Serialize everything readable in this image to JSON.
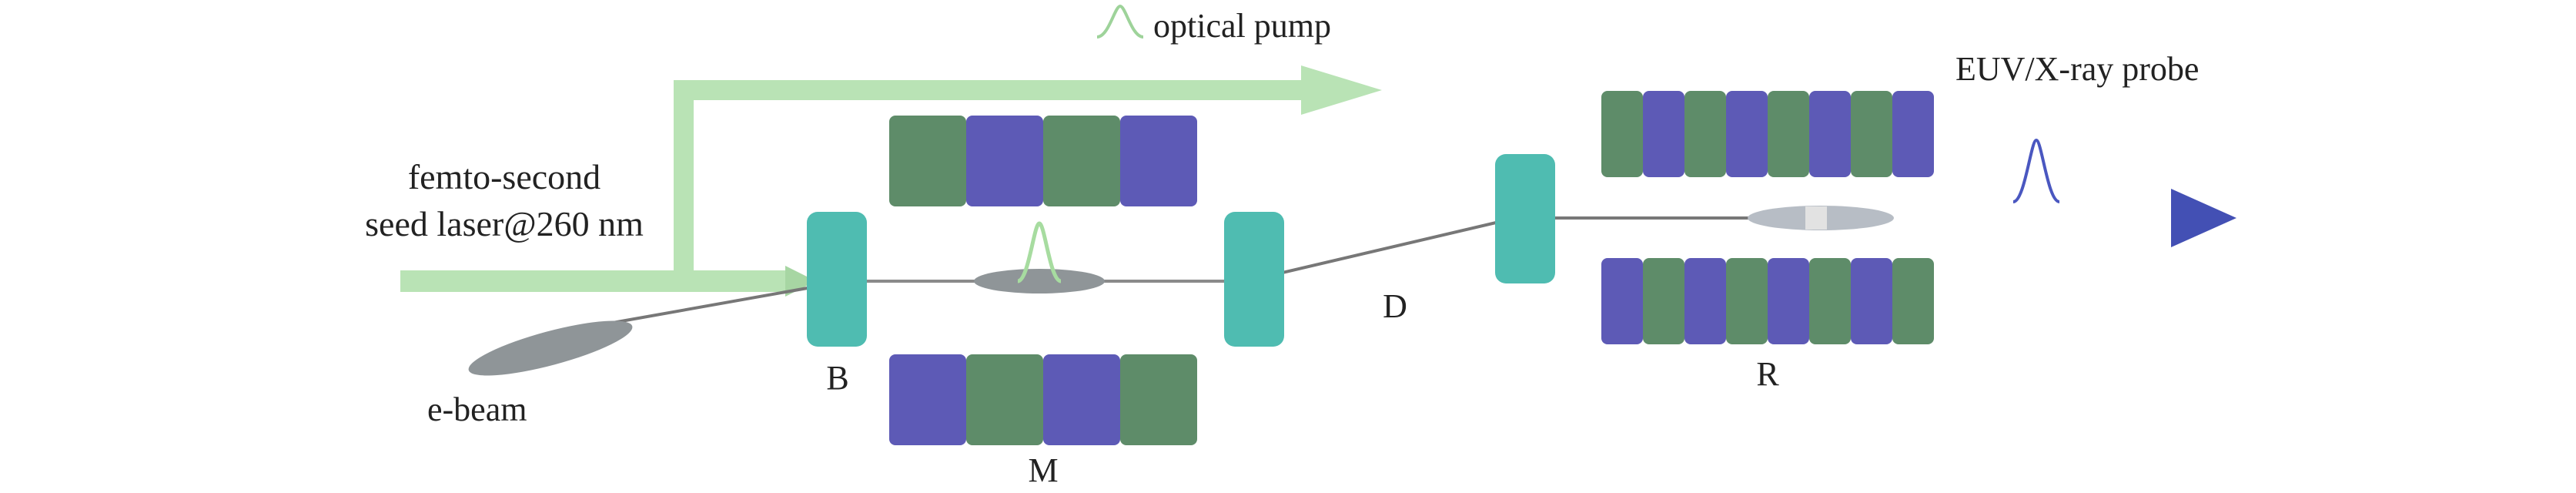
{
  "labels": {
    "optical_pump": "optical pump",
    "euv_probe": "EUV/X-ray probe",
    "seed_line1": "femto-second",
    "seed_line2": "seed laser@260 nm",
    "ebeam": "e-beam",
    "chicane_b": "B",
    "modulator_m": "M",
    "drift_d": "D",
    "radiator_r": "R"
  },
  "colors": {
    "pump_beam": "#b9e3b5",
    "probe_beam": "#4350b4",
    "magnet_green": "#5e8c69",
    "magnet_blue": "#5d5ab6",
    "chicane_teal": "#4fbcb1",
    "electron_bunch": "#8f9598",
    "electron_path": "#777777",
    "pulse_green": "#9ed39a",
    "pulse_blue": "#4a57c0"
  },
  "modulator": {
    "top_magnets": [
      "green",
      "blue",
      "green",
      "blue"
    ],
    "bottom_magnets": [
      "blue",
      "green",
      "blue",
      "green"
    ]
  },
  "radiator": {
    "top_magnets": [
      "green",
      "blue",
      "green",
      "blue",
      "green",
      "blue",
      "green",
      "blue"
    ],
    "bottom_magnets": [
      "blue",
      "green",
      "blue",
      "green",
      "blue",
      "green",
      "blue",
      "green"
    ]
  }
}
